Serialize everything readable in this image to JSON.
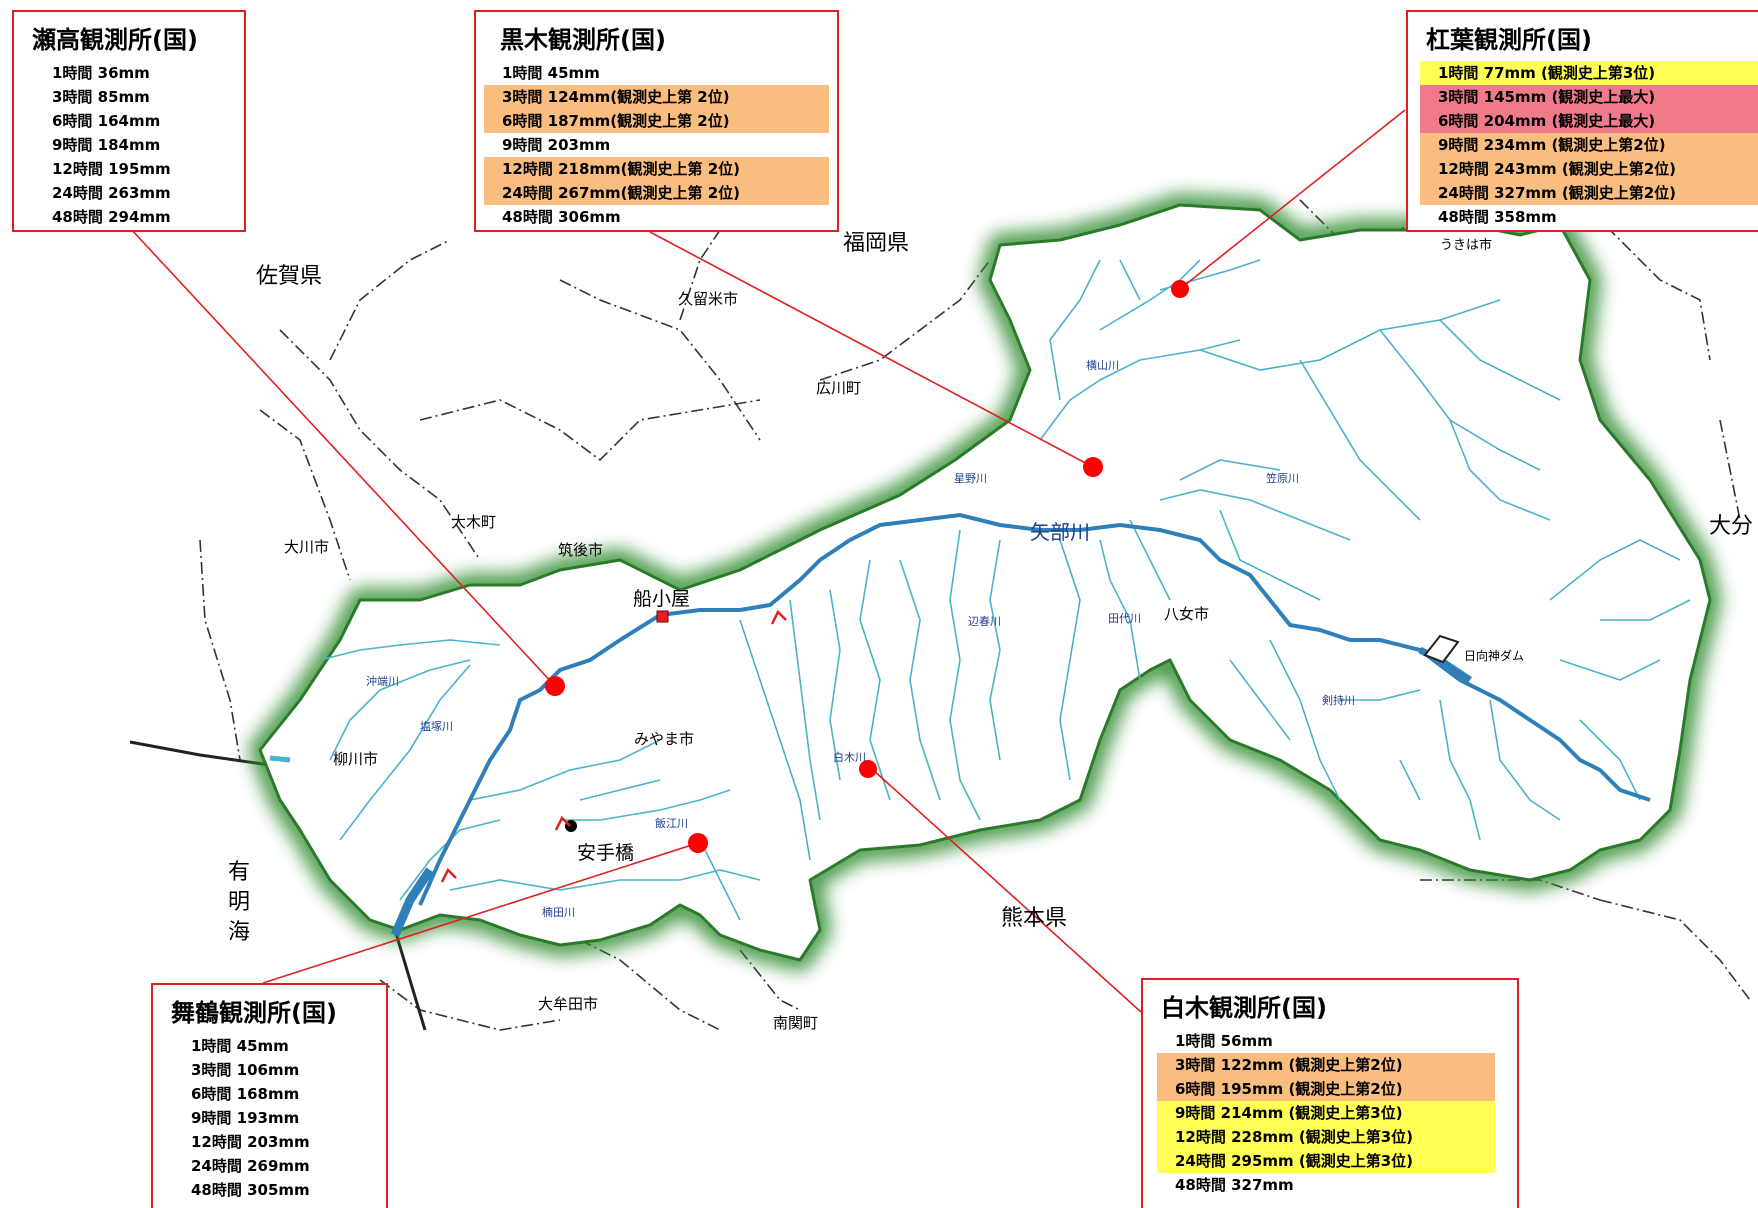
{
  "colors": {
    "basin_edge": "#2e8b2e",
    "river": "#4ab3cc",
    "main_river": "#2f7fb8",
    "leader_line": "#e02020",
    "highlight_record": "#f07a8a",
    "highlight_2nd": "#f9bd7f",
    "highlight_3rd": "#ffff55"
  },
  "regions": {
    "fukuoka": "福岡県",
    "saga": "佐賀県",
    "kumamoto": "熊本県",
    "oita": "大分",
    "ariake_1": "有",
    "ariake_2": "明",
    "ariake_3": "海"
  },
  "cities": {
    "kurume": "久留米市",
    "hirokawa": "広川町",
    "okawa": "大川市",
    "oki": "大木町",
    "chikugo": "筑後市",
    "yanagawa": "柳川市",
    "miyama": "みやま市",
    "yame": "八女市",
    "omuta": "大牟田市",
    "nankan": "南関町",
    "ukiha": "うきは市"
  },
  "rivers": {
    "yabe": "矢部川",
    "hoshino": "星野川",
    "yokoyama": "横山川",
    "kasahara": "笠原川",
    "hebaru": "辺春川",
    "tashiro": "田代川",
    "kennomochi": "剣持川",
    "shiraki": "白木川",
    "okibata": "沖端川",
    "shiozuka": "塩塚川",
    "iie": "飯江川",
    "kusuda": "楠田川"
  },
  "landmarks": {
    "funagoya": "船小屋",
    "ajihashi": "安手橋",
    "hyuganami_dam": "日向神ダム"
  },
  "stations": [
    {
      "name": "瀬高観測所(国)",
      "rows": [
        {
          "text": "1時間  36mm",
          "hl": ""
        },
        {
          "text": "3時間  85mm",
          "hl": ""
        },
        {
          "text": "6時間 164mm",
          "hl": ""
        },
        {
          "text": "9時間 184mm",
          "hl": ""
        },
        {
          "text": "12時間 195mm",
          "hl": ""
        },
        {
          "text": "24時間 263mm",
          "hl": ""
        },
        {
          "text": "48時間 294mm",
          "hl": ""
        }
      ]
    },
    {
      "name": "黒木観測所(国)",
      "rows": [
        {
          "text": "1時間  45mm",
          "hl": ""
        },
        {
          "text": "3時間 124mm(観測史上第 2位)",
          "hl": "2nd"
        },
        {
          "text": "6時間 187mm(観測史上第 2位)",
          "hl": "2nd"
        },
        {
          "text": "9時間 203mm",
          "hl": ""
        },
        {
          "text": "12時間 218mm(観測史上第 2位)",
          "hl": "2nd"
        },
        {
          "text": "24時間 267mm(観測史上第 2位)",
          "hl": "2nd"
        },
        {
          "text": "48時間 306mm",
          "hl": ""
        }
      ]
    },
    {
      "name": "杠葉観測所(国)",
      "rows": [
        {
          "text": "1時間  77mm (観測史上第3位)",
          "hl": "3rd"
        },
        {
          "text": "3時間 145mm (観測史上最大)",
          "hl": "record"
        },
        {
          "text": "6時間 204mm (観測史上最大)",
          "hl": "record"
        },
        {
          "text": "9時間 234mm (観測史上第2位)",
          "hl": "2nd"
        },
        {
          "text": "12時間 243mm (観測史上第2位)",
          "hl": "2nd"
        },
        {
          "text": "24時間 327mm (観測史上第2位)",
          "hl": "2nd"
        },
        {
          "text": "48時間 358mm",
          "hl": ""
        }
      ]
    },
    {
      "name": "舞鶴観測所(国)",
      "rows": [
        {
          "text": "1時間  45mm",
          "hl": ""
        },
        {
          "text": "3時間 106mm",
          "hl": ""
        },
        {
          "text": "6時間 168mm",
          "hl": ""
        },
        {
          "text": "9時間 193mm",
          "hl": ""
        },
        {
          "text": "12時間 203mm",
          "hl": ""
        },
        {
          "text": "24時間 269mm",
          "hl": ""
        },
        {
          "text": "48時間 305mm",
          "hl": ""
        }
      ]
    },
    {
      "name": "白木観測所(国)",
      "rows": [
        {
          "text": "1時間  56mm",
          "hl": ""
        },
        {
          "text": "3時間 122mm (観測史上第2位)",
          "hl": "2nd"
        },
        {
          "text": "6時間 195mm (観測史上第2位)",
          "hl": "2nd"
        },
        {
          "text": "9時間 214mm (観測史上第3位)",
          "hl": "3rd"
        },
        {
          "text": "12時間 228mm (観測史上第3位)",
          "hl": "3rd"
        },
        {
          "text": "24時間 295mm (観測史上第3位)",
          "hl": "3rd"
        },
        {
          "text": "48時間 327mm",
          "hl": ""
        }
      ]
    }
  ]
}
